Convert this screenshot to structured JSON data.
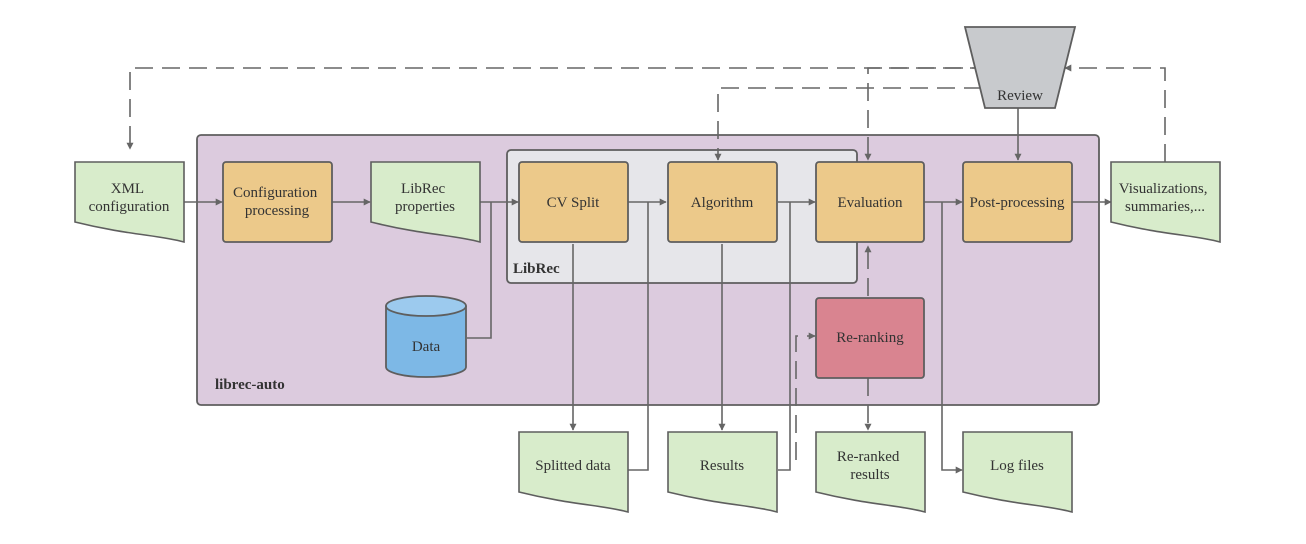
{
  "labels": {
    "xml": [
      "XML",
      "configuration"
    ],
    "config": [
      "Configuration",
      "processing"
    ],
    "libprops": [
      "LibRec",
      "properties"
    ],
    "cvsplit": "CV Split",
    "algorithm": "Algorithm",
    "evaluation": "Evaluation",
    "post": "Post-processing",
    "viz": [
      "Visualizations,",
      "summaries,..."
    ],
    "review": "Review",
    "data": "Data",
    "rerank": "Re-ranking",
    "splitted": "Splitted data",
    "results": "Results",
    "reranked": [
      "Re-ranked",
      "results"
    ],
    "logs": "Log files",
    "librec": "LibRec",
    "librec_auto": "librec-auto"
  },
  "colors": {
    "outer_container": "#dccbde",
    "librec_container": "#e6e6ea",
    "process": "#ecc98a",
    "document": "#d8eccb",
    "data_store": "#7db8e6",
    "rerank": "#d98490",
    "review": "#c8cacd"
  }
}
